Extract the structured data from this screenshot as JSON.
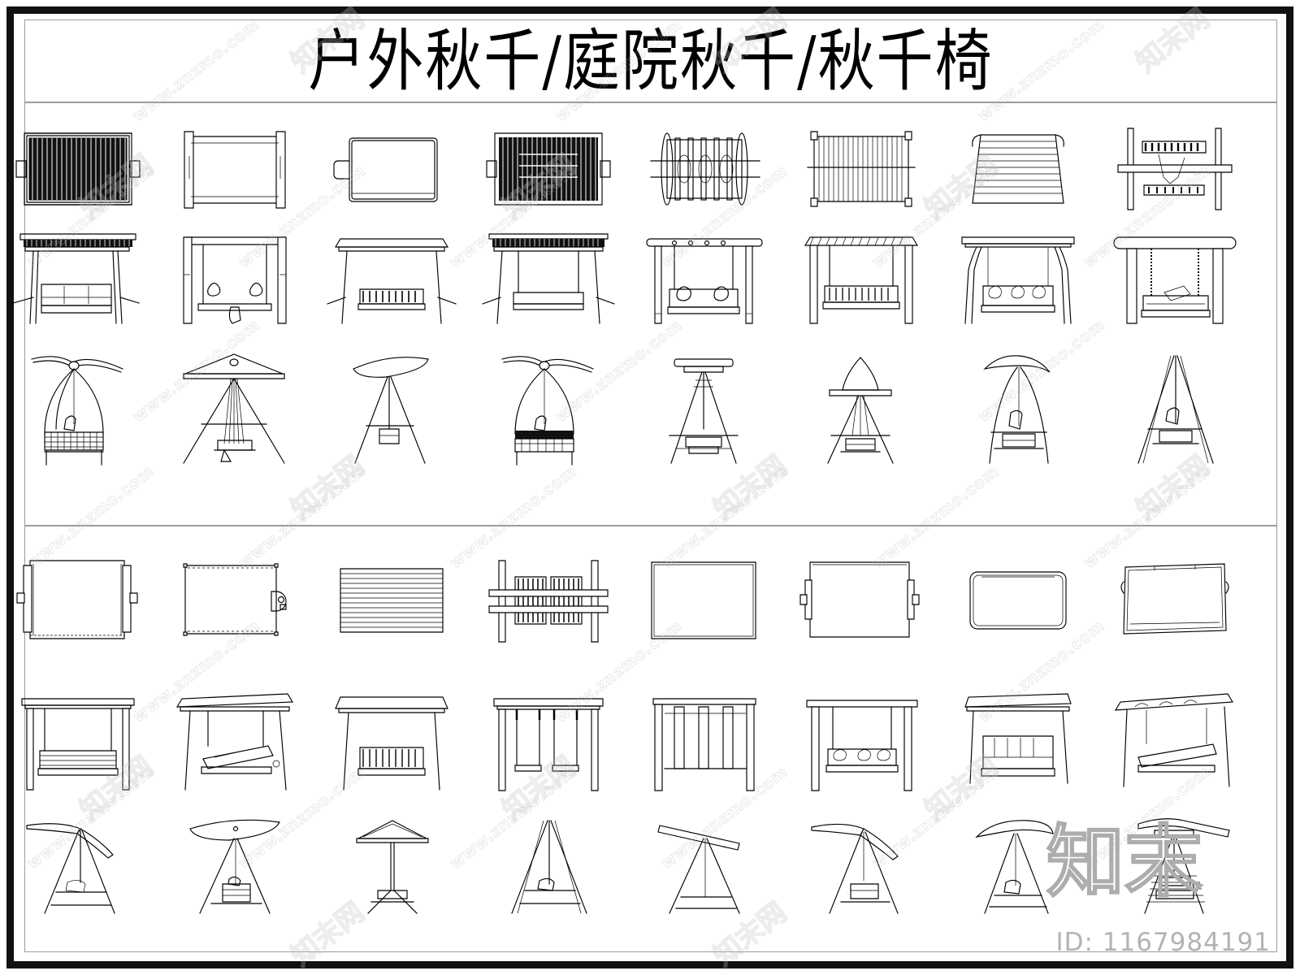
{
  "sheet": {
    "title": "户外秋千/庭院秋千/秋千椅",
    "title_translation": "Outdoor Swing / Courtyard Swing / Swing Chair",
    "id_label": "ID: 1167984191",
    "brand_logo_text": "知末",
    "border_color": "#111111",
    "frame_color": "#9b9b9b",
    "ink_color": "#000000",
    "background_color": "#ffffff",
    "watermark_color": "#b9b9b9"
  },
  "watermark": {
    "url_text": "www.znzmo.com",
    "cjk_text": "知末网",
    "angle_deg": -38
  },
  "sections": [
    {
      "name": "upper-section",
      "rows": [
        {
          "name": "row-plan-views-upper",
          "view_type": "plan",
          "items": [
            {
              "label": "hatched-canopy-plan",
              "kind": "hatched-rect"
            },
            {
              "label": "open-frame-plan",
              "kind": "open-rect"
            },
            {
              "label": "rounded-canopy-plan",
              "kind": "round-rect"
            },
            {
              "label": "hatched-canopy-plan-b",
              "kind": "hatched-rect-detail"
            },
            {
              "label": "slatted-roller-plan",
              "kind": "roller"
            },
            {
              "label": "vertical-slat-plan",
              "kind": "slats-vertical"
            },
            {
              "label": "tapered-slat-plan",
              "kind": "slats-tapered"
            },
            {
              "label": "beam-hung-plan",
              "kind": "beam-hung"
            }
          ]
        },
        {
          "name": "row-elevations-upper",
          "view_type": "elevation",
          "items": [
            {
              "label": "canopy-swing-bench-elev",
              "kind": "canopy-bench"
            },
            {
              "label": "post-frame-swing-elev",
              "kind": "post-frame"
            },
            {
              "label": "flat-canopy-swing-elev",
              "kind": "flat-canopy"
            },
            {
              "label": "hatched-canopy-swing-elev",
              "kind": "hatched-canopy"
            },
            {
              "label": "pergola-swing-elev",
              "kind": "pergola"
            },
            {
              "label": "slat-canopy-swing-elev",
              "kind": "slat-canopy"
            },
            {
              "label": "arched-canopy-swing-elev",
              "kind": "arched-canopy"
            },
            {
              "label": "log-beam-swing-elev",
              "kind": "log-beam"
            }
          ]
        },
        {
          "name": "row-aframe-upper",
          "view_type": "elevation",
          "items": [
            {
              "label": "teardrop-basket-swing",
              "kind": "teardrop"
            },
            {
              "label": "parasol-swing",
              "kind": "parasol"
            },
            {
              "label": "tilt-canopy-swing",
              "kind": "tilt-canopy"
            },
            {
              "label": "teardrop-basket-swing-b",
              "kind": "teardrop"
            },
            {
              "label": "aframe-bench-swing",
              "kind": "aframe-bench"
            },
            {
              "label": "tent-top-swing",
              "kind": "tent-top"
            },
            {
              "label": "curved-top-aframe-swing",
              "kind": "curved-aframe"
            },
            {
              "label": "plain-aframe-swing",
              "kind": "plain-aframe"
            }
          ]
        }
      ]
    },
    {
      "name": "lower-section",
      "rows": [
        {
          "name": "row-plan-views-lower",
          "view_type": "plan",
          "items": [
            {
              "label": "framed-canopy-plan",
              "kind": "framed-rect"
            },
            {
              "label": "knob-canopy-plan",
              "kind": "knob-rect"
            },
            {
              "label": "ribbed-canopy-plan",
              "kind": "ribbed-rect"
            },
            {
              "label": "twin-seat-plan",
              "kind": "twin-seat"
            },
            {
              "label": "plain-frame-plan",
              "kind": "plain-rect"
            },
            {
              "label": "bracket-frame-plan",
              "kind": "bracket-rect"
            },
            {
              "label": "rounded-pad-plan",
              "kind": "pad-rect"
            },
            {
              "label": "sketch-canopy-plan",
              "kind": "sketch-rect"
            }
          ]
        },
        {
          "name": "row-elevations-lower",
          "view_type": "elevation",
          "items": [
            {
              "label": "bench-swing-frame-elev",
              "kind": "bench-frame"
            },
            {
              "label": "lounger-swing-elev",
              "kind": "lounger"
            },
            {
              "label": "slatted-bench-swing-elev",
              "kind": "slat-bench"
            },
            {
              "label": "twin-seat-swing-elev",
              "kind": "twin-swing"
            },
            {
              "label": "strap-hung-swing-elev",
              "kind": "strap-hung"
            },
            {
              "label": "low-canopy-swing-elev",
              "kind": "low-canopy"
            },
            {
              "label": "cushion-swing-elev",
              "kind": "cushion-swing"
            },
            {
              "label": "daybed-swing-elev",
              "kind": "daybed"
            }
          ]
        },
        {
          "name": "row-aframe-lower",
          "view_type": "elevation",
          "items": [
            {
              "label": "wing-canopy-aframe",
              "kind": "wing-aframe"
            },
            {
              "label": "oval-canopy-aframe",
              "kind": "oval-aframe"
            },
            {
              "label": "peak-tent-aframe",
              "kind": "peak-aframe"
            },
            {
              "label": "plain-triangle-swing",
              "kind": "triangle-swing"
            },
            {
              "label": "flat-bar-aframe",
              "kind": "bar-aframe"
            },
            {
              "label": "wing-canopy-aframe-b",
              "kind": "wing-aframe"
            },
            {
              "label": "shell-canopy-aframe",
              "kind": "shell-aframe"
            },
            {
              "label": "detailed-aframe-swing",
              "kind": "detail-aframe"
            }
          ]
        }
      ]
    }
  ]
}
